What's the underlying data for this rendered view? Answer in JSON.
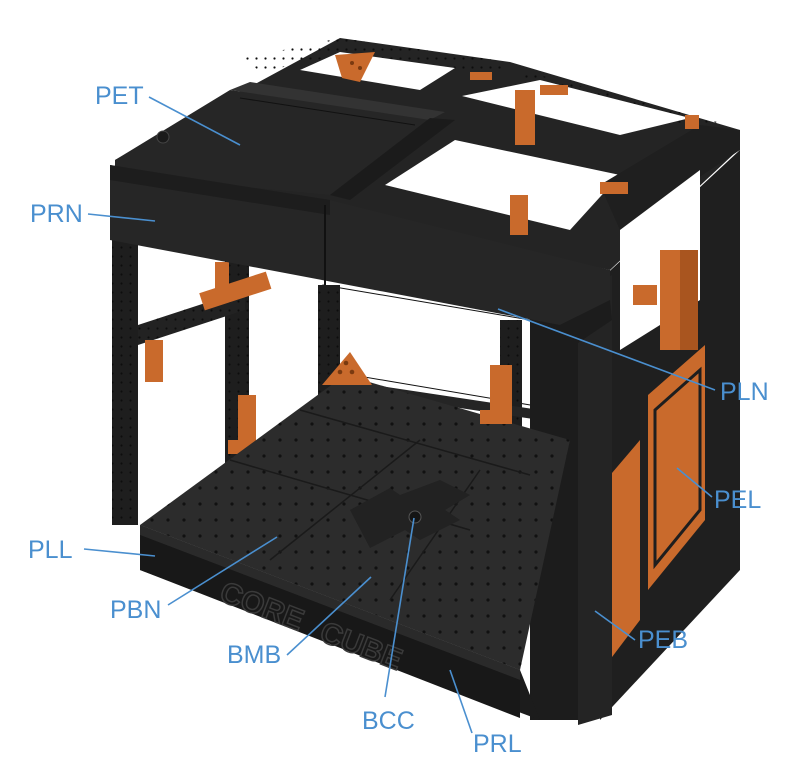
{
  "engraving": {
    "line1": "CORE",
    "line2": "CUBE"
  },
  "colors": {
    "frame": "#1e1e1e",
    "frame_mid": "#2a2a2a",
    "frame_light": "#353535",
    "panel_orange": "#c96a2c",
    "panel_orange_dark": "#a9551f",
    "accent_blue": "#4a8fcf"
  },
  "callouts": [
    {
      "id": "pet",
      "text": "PET"
    },
    {
      "id": "prn",
      "text": "PRN"
    },
    {
      "id": "pln",
      "text": "PLN"
    },
    {
      "id": "pel",
      "text": "PEL"
    },
    {
      "id": "pll",
      "text": "PLL"
    },
    {
      "id": "pbn",
      "text": "PBN"
    },
    {
      "id": "peb",
      "text": "PEB"
    },
    {
      "id": "bmb",
      "text": "BMB"
    },
    {
      "id": "bcc",
      "text": "BCC"
    },
    {
      "id": "prl",
      "text": "PRL"
    }
  ]
}
